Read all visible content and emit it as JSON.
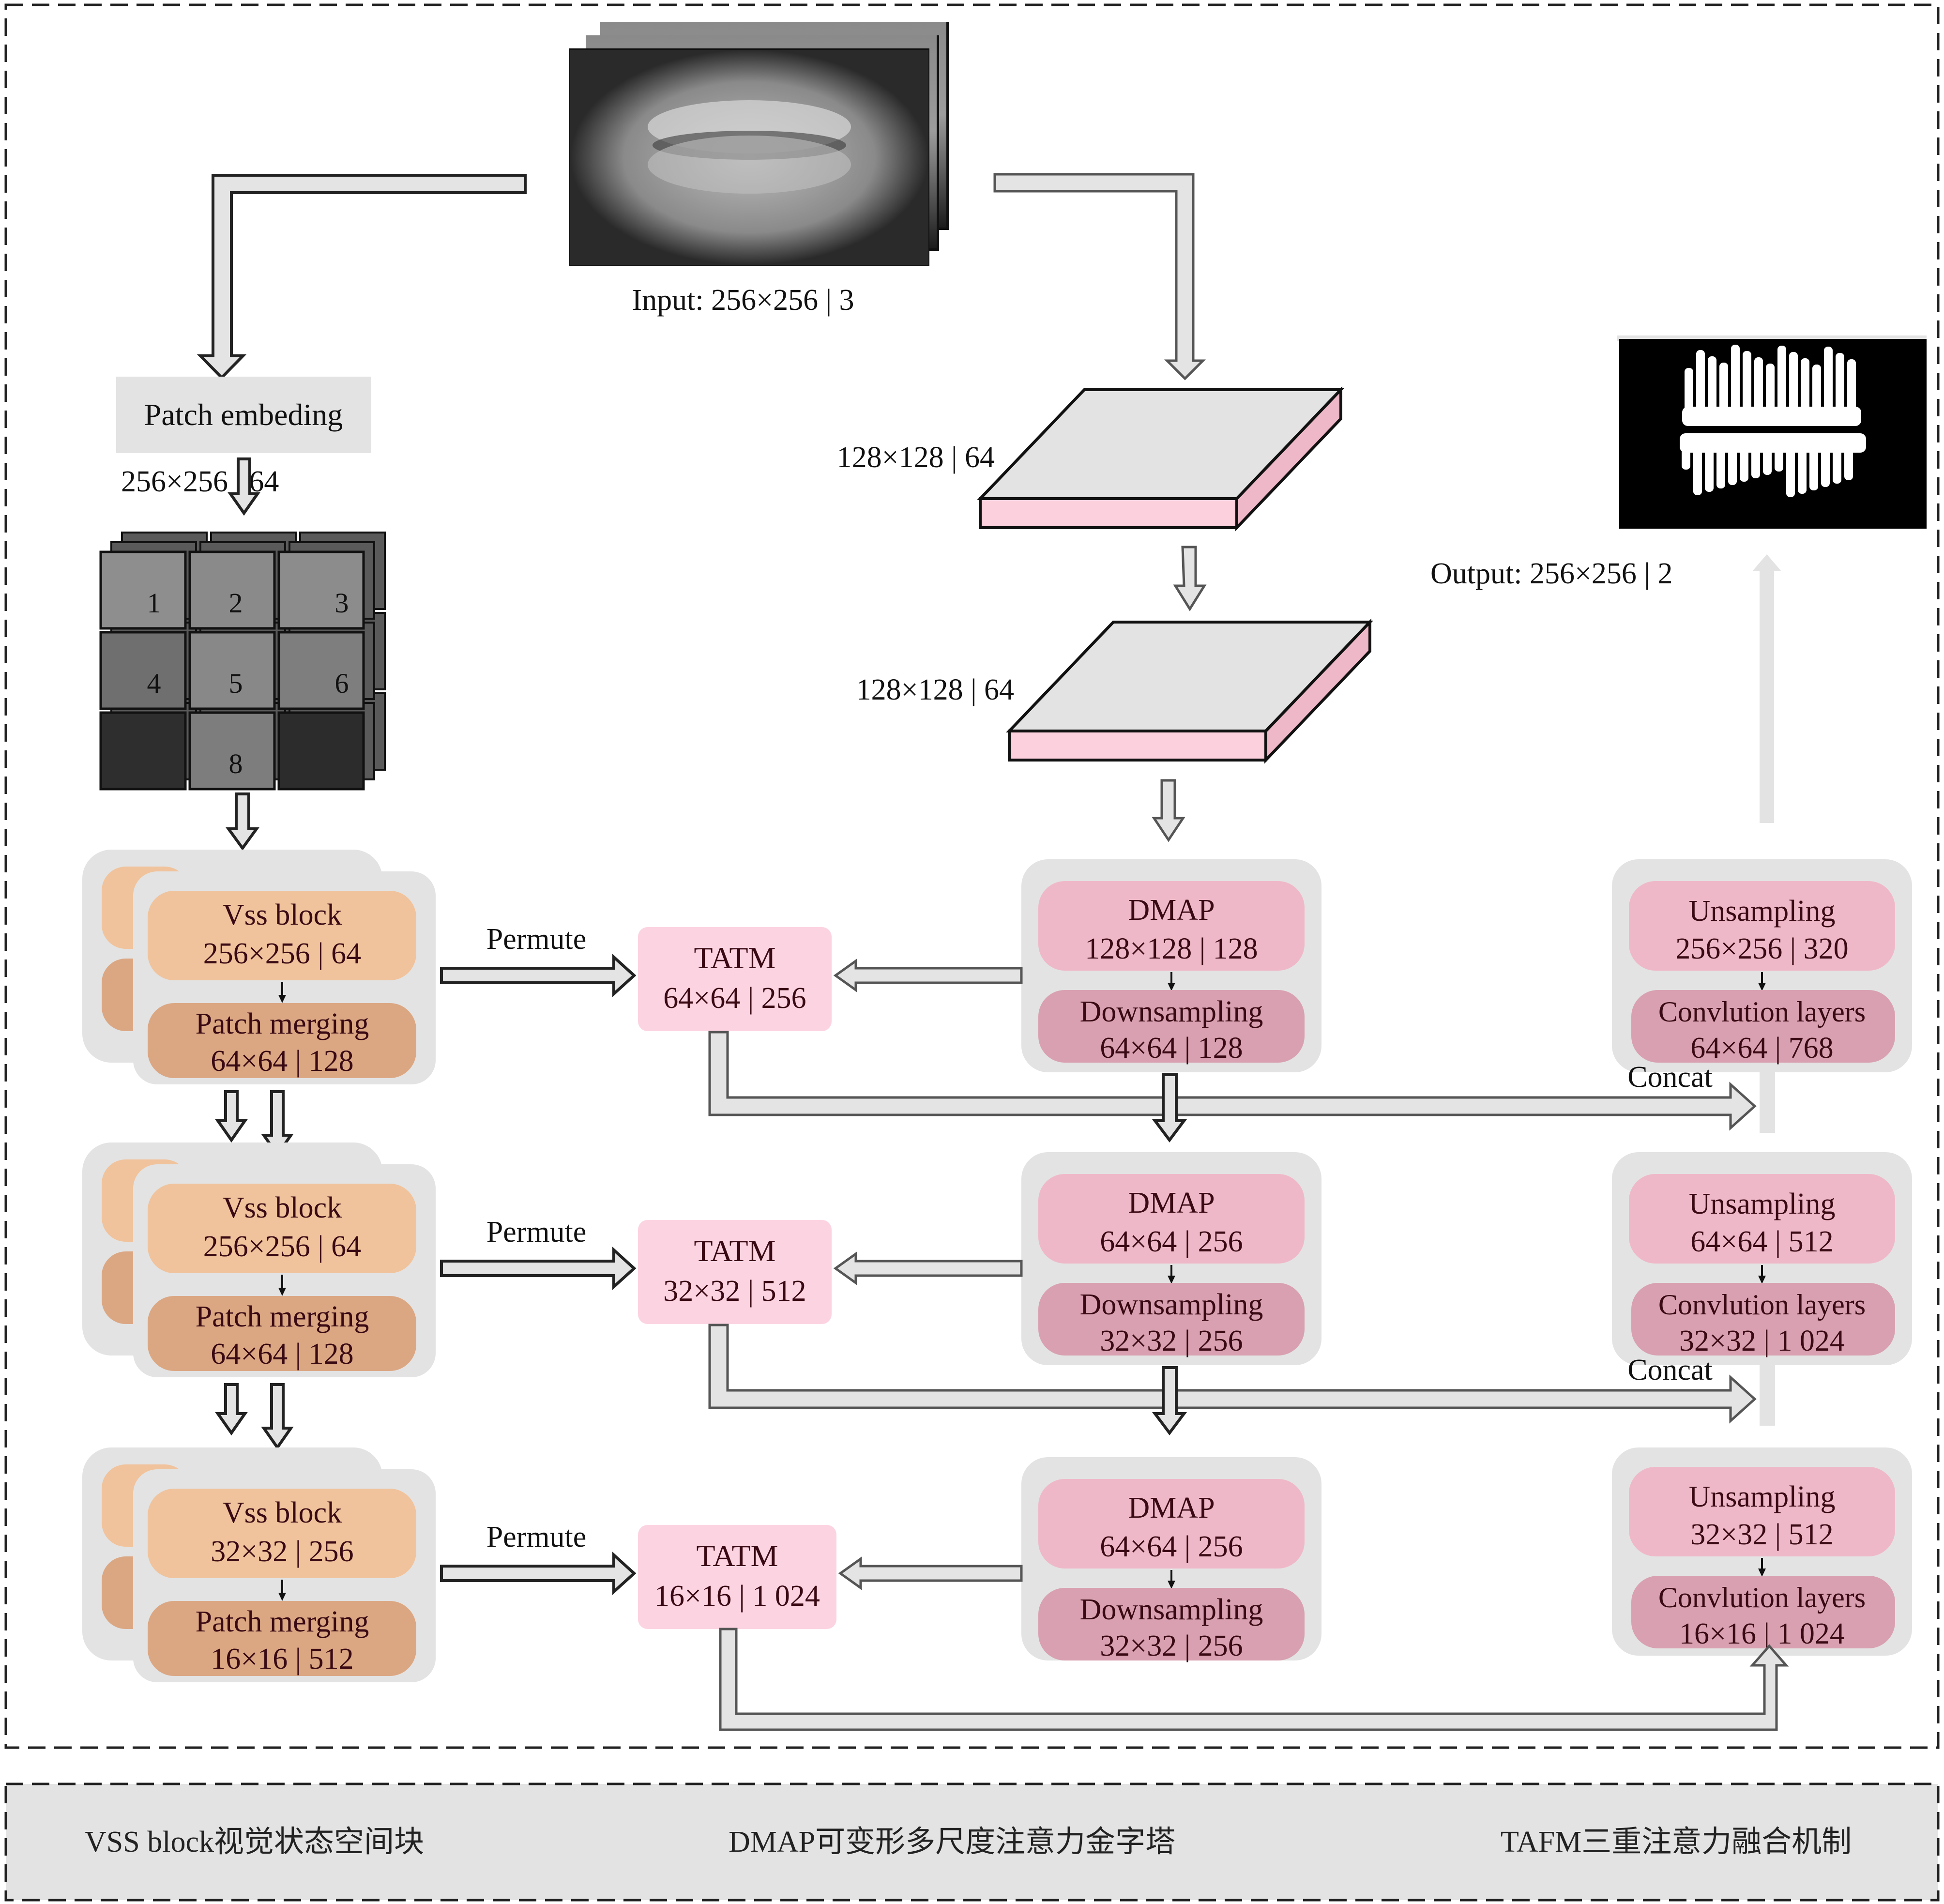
{
  "figure": {
    "input_label": "Input: 256×256 | 3",
    "output_label": "Output: 256×256 | 2",
    "patch_embedding": {
      "label": "Patch embeding",
      "dims": "256×256 | 64",
      "patch_numbers": [
        "1",
        "2",
        "3",
        "4",
        "5",
        "6",
        "",
        "8",
        ""
      ]
    },
    "stem_blocks": [
      {
        "dims": "128×128 | 64"
      },
      {
        "dims": "128×128 | 64"
      }
    ],
    "encoder_stages": [
      {
        "vss_title": "Vss block",
        "vss_dims": "256×256 | 64",
        "merge_title": "Patch merging",
        "merge_dims": "64×64 | 128"
      },
      {
        "vss_title": "Vss block",
        "vss_dims": "256×256 | 64",
        "merge_title": "Patch merging",
        "merge_dims": "64×64 | 128"
      },
      {
        "vss_title": "Vss  block",
        "vss_dims": "32×32 | 256",
        "merge_title": "Patch merging",
        "merge_dims": "16×16 | 512"
      }
    ],
    "permute_label": "Permute",
    "tatm_stages": [
      {
        "title": "TATM",
        "dims": "64×64 | 256"
      },
      {
        "title": "TATM",
        "dims": "32×32 | 512"
      },
      {
        "title": "TATM",
        "dims": "16×16 | 1 024"
      }
    ],
    "dmap_stages": [
      {
        "title": "DMAP",
        "dims": "128×128 | 128",
        "down_title": "Downsampling",
        "down_dims": "64×64 | 128"
      },
      {
        "title": "DMAP",
        "dims": "64×64 | 256",
        "down_title": "Downsampling",
        "down_dims": "32×32 | 256"
      },
      {
        "title": "DMAP",
        "dims": "64×64 | 256",
        "down_title": "Downsampling",
        "down_dims": "32×32 | 256"
      }
    ],
    "decoder_stages": [
      {
        "up_title": "Unsampling",
        "up_dims": "256×256 | 320",
        "conv_title": "Convlution layers",
        "conv_dims": "64×64 | 768"
      },
      {
        "up_title": "Unsampling",
        "up_dims": "64×64 | 512",
        "conv_title": "Convlution layers",
        "conv_dims": "32×32 | 1 024"
      },
      {
        "up_title": "Unsampling",
        "up_dims": "32×32 | 512",
        "conv_title": "Convlution layers",
        "conv_dims": "16×16 | 1 024"
      }
    ],
    "concat_label": "Concat"
  },
  "legend": {
    "items": [
      "VSS block视觉状态空间块",
      "DMAP可变形多尺度注意力金字塔",
      "TAFM三重注意力融合机制"
    ]
  },
  "colors": {
    "vss_block": "#f0c39c",
    "patch_merging": "#dba783",
    "tatm": "#fcd3e1",
    "dmap": "#efb8c8",
    "downsampling": "#d8a0b0",
    "panel_gray": "#e3e3e3",
    "stem_front": "#fdd0de"
  }
}
